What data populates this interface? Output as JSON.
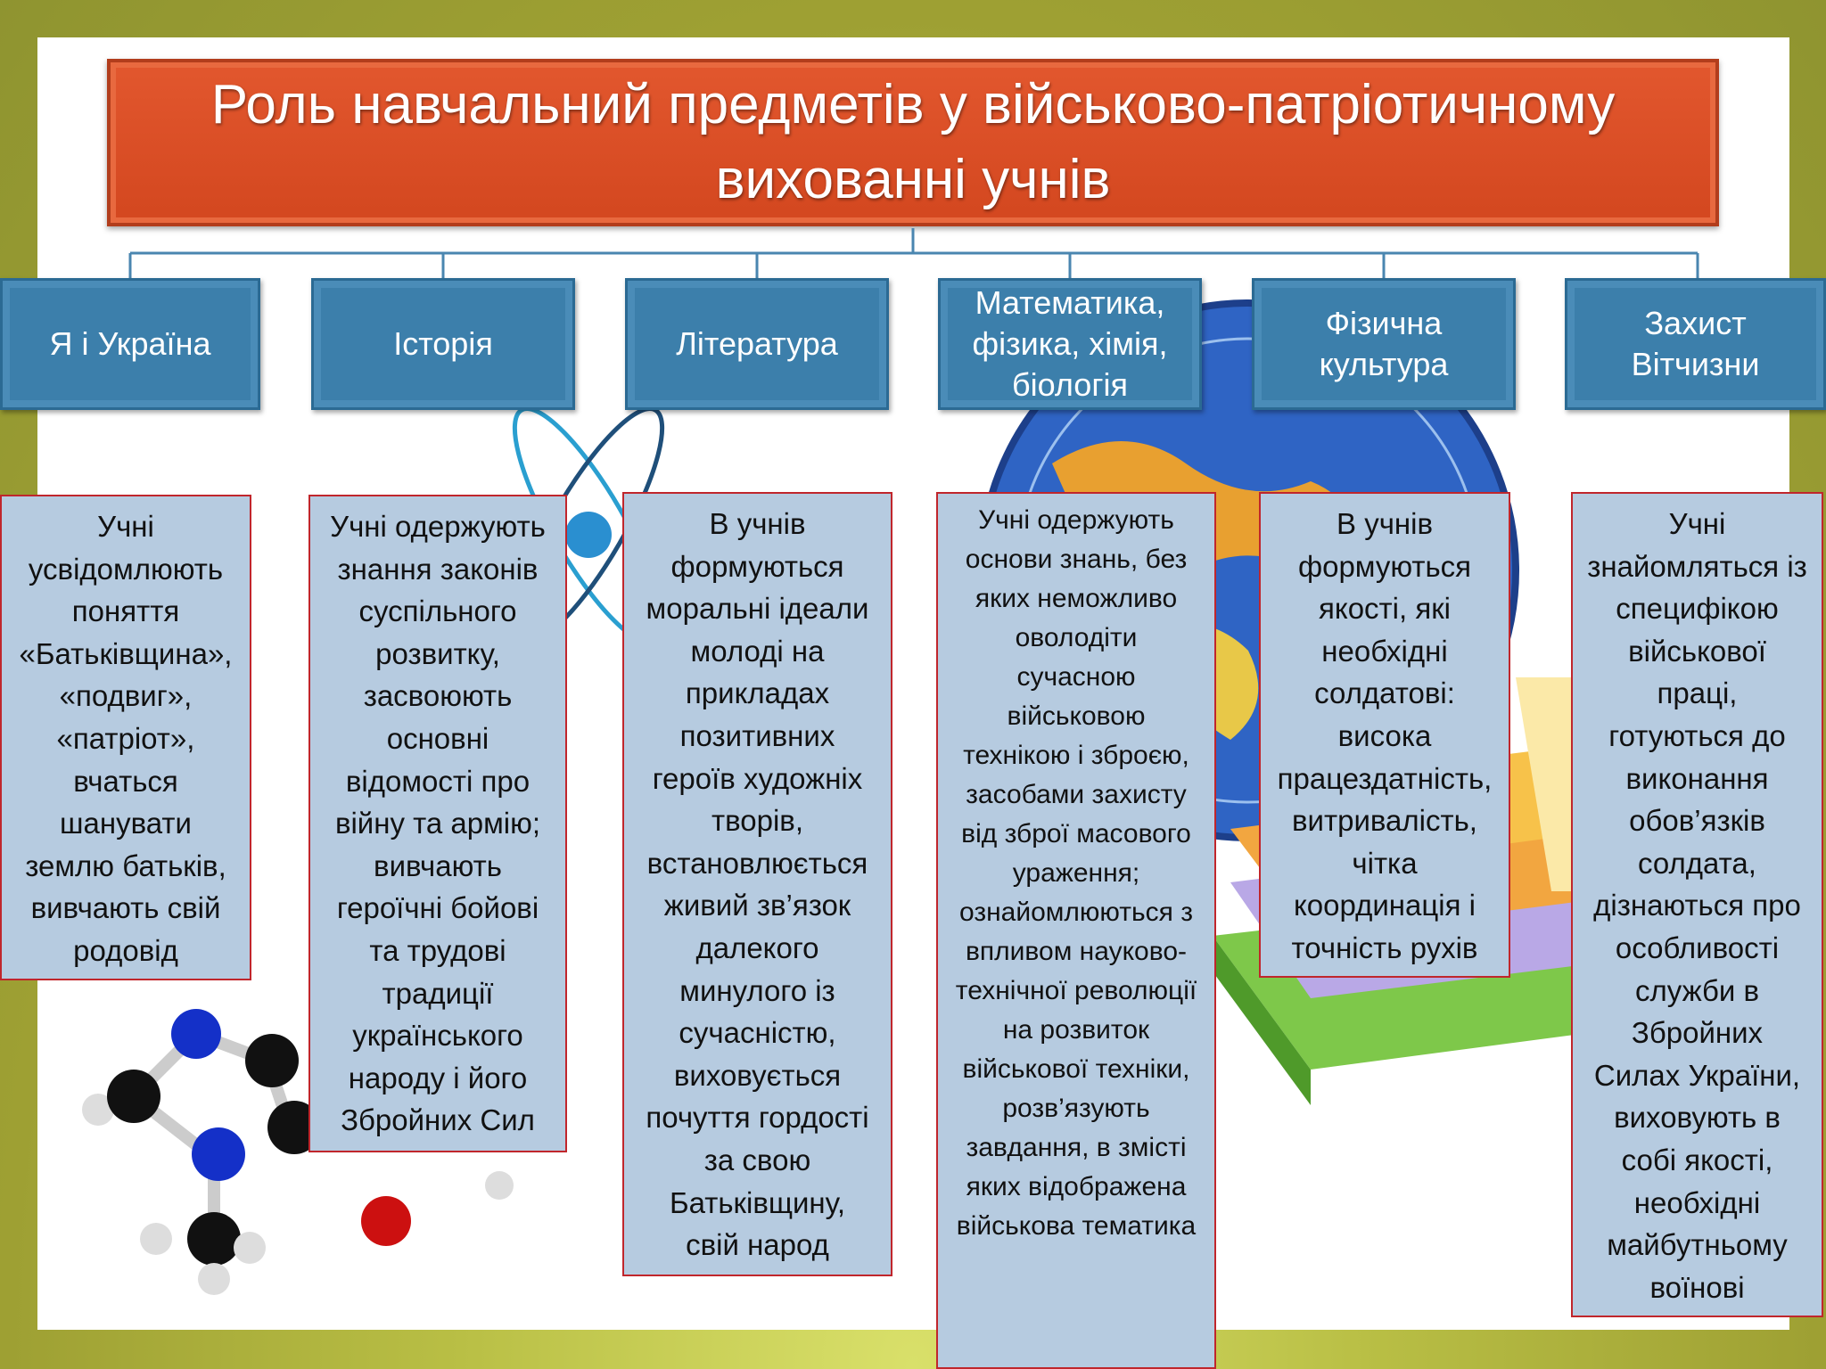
{
  "title": "Роль навчальний предметів у військово-патріотичному вихованні учнів",
  "categories": [
    {
      "label": "Я і Україна"
    },
    {
      "label": "Історія"
    },
    {
      "label": "Література"
    },
    {
      "label": "Математика, фізика, хімія, біологія"
    },
    {
      "label": "Фізична культура"
    },
    {
      "label": "Захист Вітчизни"
    }
  ],
  "descriptions": [
    {
      "text": "Учні усвідомлюють поняття «Батьківщина», «подвиг», «патріот», вчаться шанувати землю батьків, вивчають свій родовід"
    },
    {
      "text": "Учні одержують знання законів суспільного розвитку, засвоюють основні відомості про війну та армію; вивчають героїчні бойові та трудові традиції українського народу і його Збройних Сил"
    },
    {
      "text": "В учнів формуються моральні ідеали молоді на прикладах позитивних героїв художніх творів, встановлюється живий зв’язок далекого минулого із сучасністю, виховується почуття гордості за свою Батьківщину, свій народ"
    },
    {
      "text": "Учні одержують основи знань, без яких неможливо оволодіти сучасною військовою технікою і зброєю, засобами захисту від зброї масового ураження; ознайомлюються з впливом науково-технічної революції на розвиток військової техніки, розв’язують завдання, в змісті яких відображена військова тематика"
    },
    {
      "text": "В учнів формуються якості, які необхідні солдатові: висока працездатність, витривалість, чітка координація і точність рухів"
    },
    {
      "text": "Учні знайомляться із специфікою військової праці, готуються до виконання обов’язків солдата, дізнаються про особливості служби в Збройних Силах України, виховують в собі якості, необхідні майбутньому воїнові"
    }
  ],
  "colors": {
    "title_fill": "#d9502a",
    "category_fill": "#3c7fab",
    "description_fill": "#b6cbe0",
    "description_border": "#c0262c",
    "background": "#a9ad38"
  }
}
